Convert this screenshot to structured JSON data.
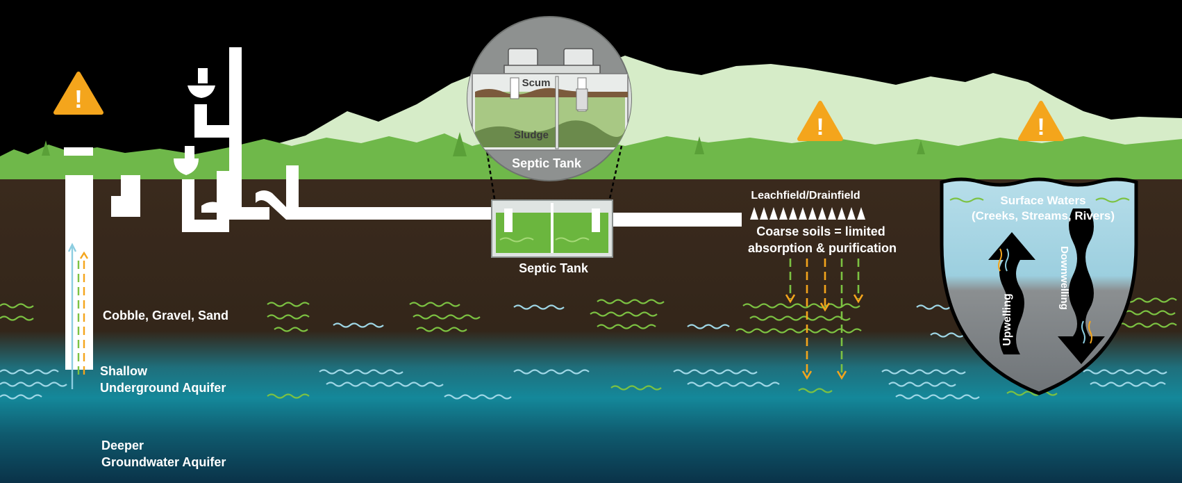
{
  "labels": {
    "soil_layer": "Cobble, Gravel, Sand",
    "shallow_aquifer_line1": "Shallow",
    "shallow_aquifer_line2": "Underground Aquifer",
    "deep_aquifer_line1": "Deeper",
    "deep_aquifer_line2": "Groundwater Aquifer",
    "septic_tank": "Septic Tank",
    "zoom_title": "Septic Tank",
    "scum": "Scum",
    "sludge": "Sludge",
    "leachfield": "Leachfield/Drainfield",
    "coarse_line1": "Coarse soils = limited",
    "coarse_line2": "absorption & purification",
    "surface_line1": "Surface Waters",
    "surface_line2": "(Creeks, Streams, Rivers)",
    "upwelling": "Upwelling",
    "downwelling": "Downwelling"
  },
  "warnings": [
    {
      "name": "well-warning-icon",
      "glyph": "!"
    },
    {
      "name": "leachfield-warning-icon",
      "glyph": "!"
    },
    {
      "name": "stream-warning-icon",
      "glyph": "!"
    }
  ],
  "colors": {
    "sky": "#000000",
    "mountains": "#d6ecc8",
    "grass": "#6fb84a",
    "soil": "#3a2a1d",
    "shallow_aquifer": "#14889a",
    "deep_aquifer": "#0c3a50",
    "pipe": "#ffffff",
    "warning": "#f4a51c",
    "effluent": "#7cc242",
    "surface_water": "#a9d8e6"
  }
}
